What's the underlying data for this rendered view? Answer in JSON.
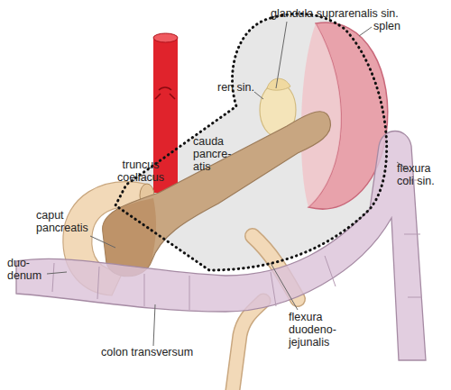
{
  "diagram": {
    "labels": [
      "glandula suprarenalis sin.",
      "splen",
      "ren sin.",
      "truncus coeliacus",
      "cauda pancre- atis",
      "flexura coli sin.",
      "caput pancreatis",
      "duo- denum",
      "colon transversum",
      "flexura duodeno- jejunalis"
    ]
  }
}
